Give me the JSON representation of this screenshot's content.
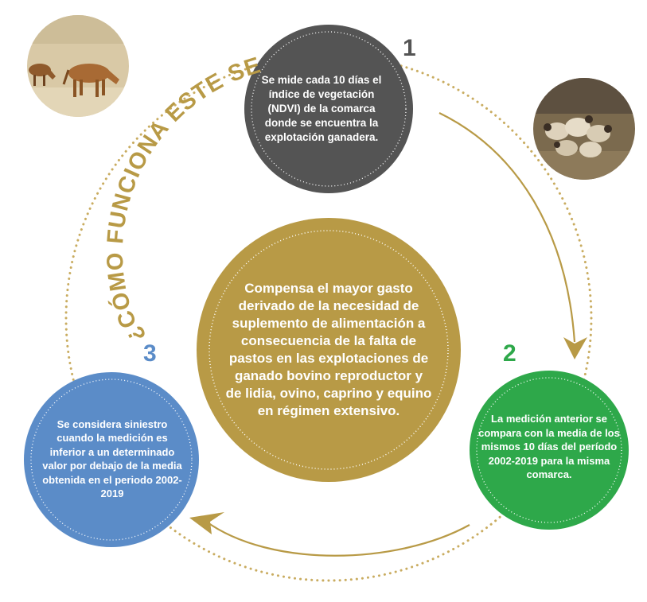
{
  "title": "¿CÓMO FUNCIONA ESTE SEGURO?",
  "center_text": "Compensa el mayor gasto derivado de la necesidad de suplemento de alimentación a consecuencia de la falta de pastos en las explotaciones de ganado bovino reproductor y de lidia, ovino, caprino y equino en régimen extensivo.",
  "steps": [
    {
      "number": "1",
      "text": "Se mide cada 10 días el índice de vegetación (NDVI) de la comarca donde se encuentra la explotación ganadera."
    },
    {
      "number": "2",
      "text": "La medición anterior se compara con la media de los mismos 10 días del período 2002-2019 para la misma comarca."
    },
    {
      "number": "3",
      "text": "Se considera siniestro cuando la medición es inferior a un determinado valor por debajo de la media obtenida en el periodo 2002-2019"
    }
  ],
  "colors": {
    "gold": "#b89a46",
    "step1": "#545454",
    "step2": "#2ea84a",
    "step3": "#5b8cc8"
  },
  "images": [
    {
      "icon": "horses-photo"
    },
    {
      "icon": "sheep-photo"
    }
  ]
}
